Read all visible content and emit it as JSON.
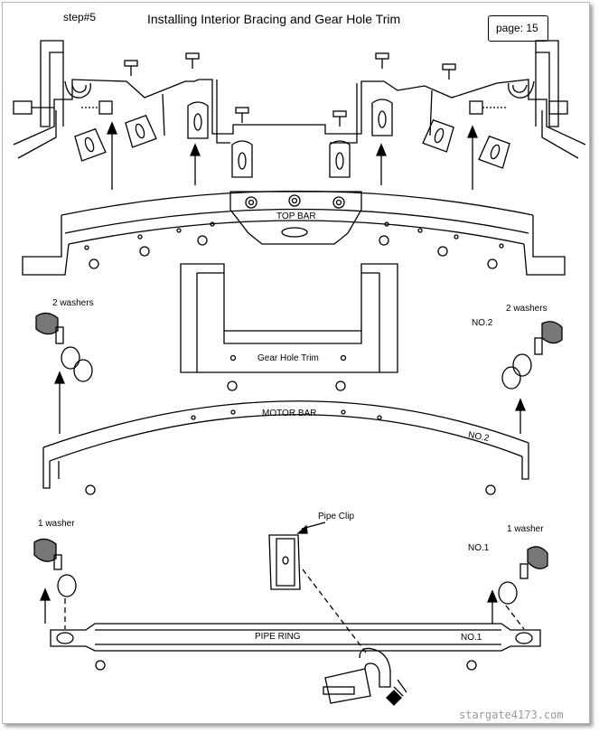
{
  "header": {
    "step": "step#5",
    "title": "Installing Interior Bracing and Gear Hole Trim",
    "page": "page: 15"
  },
  "labels": {
    "top_bar": "TOP BAR",
    "gear_hole_trim": "Gear Hole Trim",
    "motor_bar": "MOTOR BAR",
    "no2_motor": "NO.2",
    "no2_side": "NO.2",
    "two_washers_left": "2 washers",
    "two_washers_right": "2 washers",
    "one_washer_left": "1 washer",
    "one_washer_right": "1 washer",
    "no1_side": "NO.1",
    "pipe_clip": "Pipe Clip",
    "pipe_ring": "PIPE RING",
    "no1_ring": "NO.1"
  },
  "watermark": "stargate4173.com"
}
